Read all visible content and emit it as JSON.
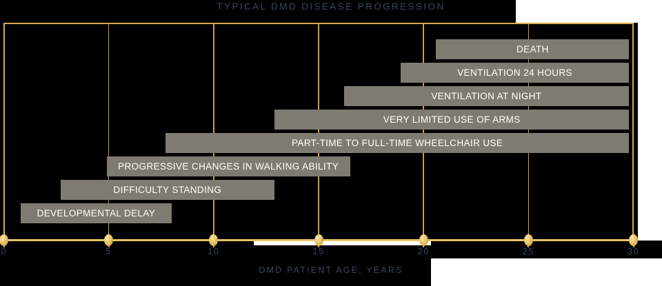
{
  "chart_data": {
    "type": "bar",
    "orientation": "horizontal-gantt",
    "title": "TYPICAL DMD DISEASE PROGRESSION",
    "xlabel": "DMD PATIENT AGE, YEARS",
    "ylabel": "",
    "xlim": [
      0,
      30
    ],
    "xticks": [
      0,
      5,
      10,
      15,
      20,
      25,
      30
    ],
    "xtick_labels": [
      "0",
      "5",
      "10",
      "15",
      "20",
      "25",
      "30"
    ],
    "grid": true,
    "legend": "none",
    "bar_color": "#7e7c72",
    "bar_label_color": "#ffffff",
    "axis_color": "#d9ab4a",
    "title_color": "#37495c",
    "background_color": "#000000",
    "categories": [
      "DEATH",
      "VENTILATION 24 HOURS",
      "VENTILATION AT NIGHT",
      "VERY LIMITED USE OF ARMS",
      "PART-TIME TO FULL-TIME WHEELCHAIR USE",
      "PROGRESSIVE CHANGES IN WALKING ABILITY",
      "DIFFICULTY STANDING",
      "DEVELOPMENTAL DELAY"
    ],
    "bars": [
      {
        "label": "DEATH",
        "start": 20.6,
        "end": 29.8
      },
      {
        "label": "VENTILATION 24 HOURS",
        "start": 18.9,
        "end": 29.8
      },
      {
        "label": "VENTILATION AT NIGHT",
        "start": 16.2,
        "end": 29.8
      },
      {
        "label": "VERY LIMITED USE OF ARMS",
        "start": 12.9,
        "end": 29.8
      },
      {
        "label": "PART-TIME TO FULL-TIME WHEELCHAIR USE",
        "start": 7.7,
        "end": 29.8
      },
      {
        "label": "PROGRESSIVE CHANGES IN WALKING ABILITY",
        "start": 4.9,
        "end": 16.5
      },
      {
        "label": "DIFFICULTY STANDING",
        "start": 2.7,
        "end": 12.9
      },
      {
        "label": "DEVELOPMENTAL DELAY",
        "start": 0.8,
        "end": 8.0
      }
    ]
  },
  "title": {
    "text": "TYPICAL DMD DISEASE PROGRESSION"
  },
  "axis": {
    "title": "DMD PATIENT AGE, YEARS",
    "ticks": [
      {
        "value": 0,
        "label": "0"
      },
      {
        "value": 5,
        "label": "5"
      },
      {
        "value": 10,
        "label": "10"
      },
      {
        "value": 15,
        "label": "15"
      },
      {
        "value": 20,
        "label": "20"
      },
      {
        "value": 25,
        "label": "25"
      },
      {
        "value": 30,
        "label": "30"
      }
    ]
  },
  "bars": [
    {
      "label": "DEATH"
    },
    {
      "label": "VENTILATION 24 HOURS"
    },
    {
      "label": "VENTILATION AT NIGHT"
    },
    {
      "label": "VERY LIMITED USE OF ARMS"
    },
    {
      "label": "PART-TIME TO FULL-TIME WHEELCHAIR USE"
    },
    {
      "label": "PROGRESSIVE CHANGES IN WALKING ABILITY"
    },
    {
      "label": "DIFFICULTY STANDING"
    },
    {
      "label": "DEVELOPMENTAL DELAY"
    }
  ]
}
